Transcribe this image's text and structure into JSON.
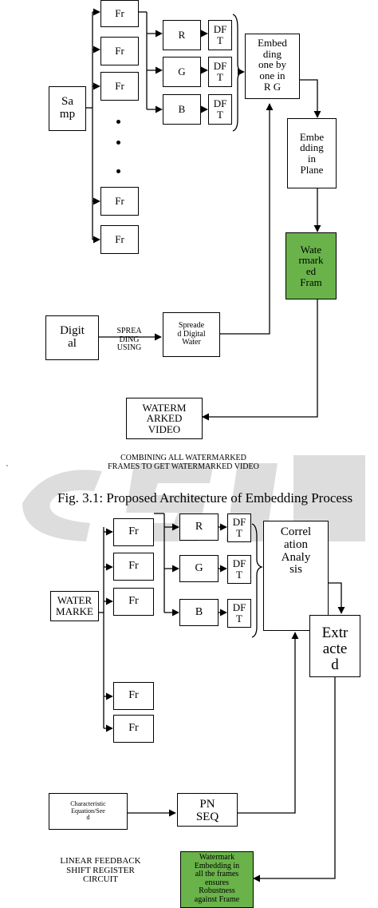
{
  "fig1": {
    "frames": [
      "Fr",
      "Fr",
      "Fr",
      "Fr",
      "Fr"
    ],
    "sample": "Sa\nmp",
    "channels": [
      "R",
      "G",
      "B"
    ],
    "dft": [
      "DF\nT",
      "DF\nT",
      "DF\nT"
    ],
    "embed_rgb": "Embed\nding\none by\none in\nR G",
    "embed_plane": "Embe\ndding\nin\nPlane",
    "watermarked_frame": "Wate\nrmark\ned\nFram",
    "digital": "Digit\nal",
    "spreading_using": "SPREA\nDING\nUSING",
    "spreaded_digital": "Spreade\nd Digital\nWater",
    "watermarked_video": "WATERM\nARKED\nVIDEO",
    "combining_note": "COMBINING ALL WATERMARKED\nFRAMES TO GET WATERMARKED VIDEO",
    "stray_mark": "`",
    "caption": "Fig. 3.1: Proposed Architecture of Embedding Process"
  },
  "fig2": {
    "frames": [
      "Fr",
      "Fr",
      "Fr",
      "Fr",
      "Fr"
    ],
    "watermarked": "WATER\nMARKE",
    "channels": [
      "R",
      "G",
      "B"
    ],
    "dft": [
      "DF\nT",
      "DF\nT",
      "DF\nT"
    ],
    "correlation": "Correl\nation\nAnaly\nsis",
    "extracted": "Extr\nacte\nd",
    "characteristic": "Characteristic\nEquation/See\nd",
    "pn_seq": "PN\nSEQ",
    "lfsr_note": "LINEAR FEEDBACK\nSHIFT REGISTER\nCIRCUIT",
    "robustness": "Watermark\nEmbedding in\nall the frames\nensures\nRobustness\nagainst Frame"
  },
  "colors": {
    "green_box": "#6ab34a",
    "line": "#000000"
  }
}
